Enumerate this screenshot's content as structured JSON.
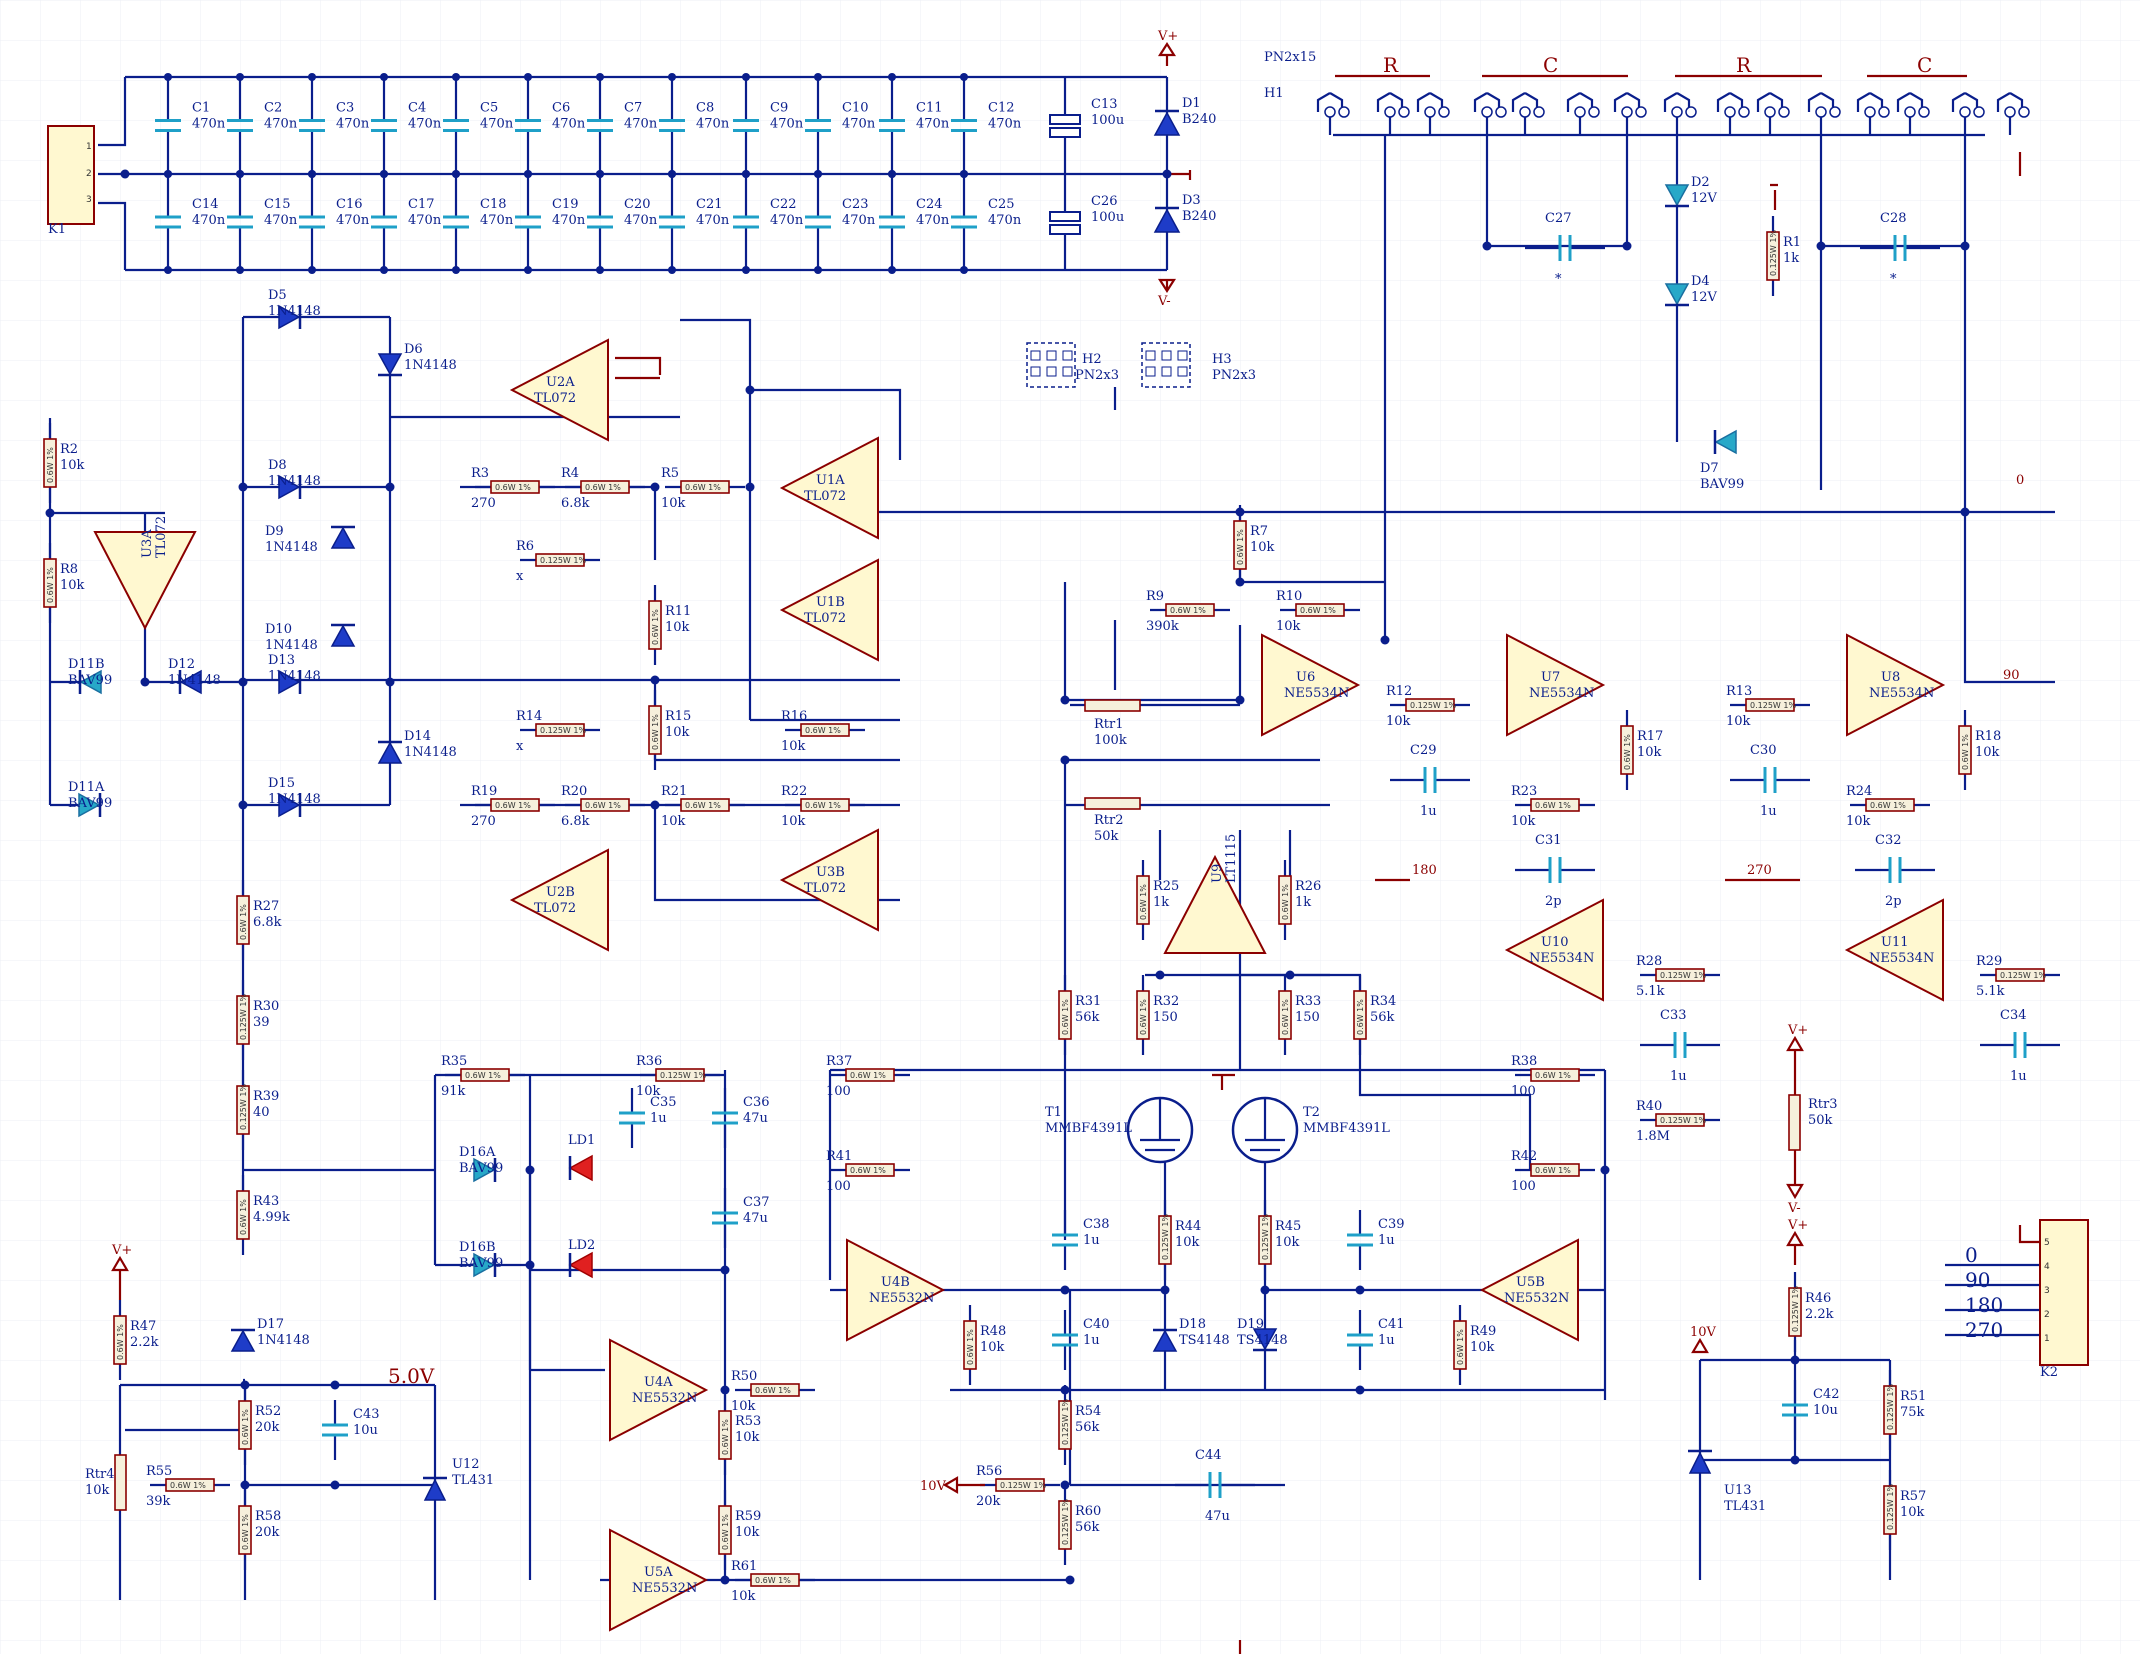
{
  "power_rails": {
    "vplus": "V+",
    "vminus": "V-",
    "ten_v": "10V",
    "five_v": "5.0V"
  },
  "connector_k1": {
    "ref": "K1",
    "pins": [
      "1",
      "2",
      "3"
    ]
  },
  "connector_k2": {
    "ref": "K2",
    "pins": [
      "5",
      "4",
      "3",
      "2",
      "1"
    ],
    "nets": [
      "0",
      "90",
      "180",
      "270"
    ]
  },
  "header_h1": {
    "ref": "H1",
    "type": "PN2x15",
    "groups": [
      "R",
      "C",
      "R",
      "C"
    ]
  },
  "header_h2": {
    "ref": "H2",
    "type": "PN2x3"
  },
  "header_h3": {
    "ref": "H3",
    "type": "PN2x3"
  },
  "decoupling_top": [
    {
      "ref": "C1",
      "val": "470n"
    },
    {
      "ref": "C2",
      "val": "470n"
    },
    {
      "ref": "C3",
      "val": "470n"
    },
    {
      "ref": "C4",
      "val": "470n"
    },
    {
      "ref": "C5",
      "val": "470n"
    },
    {
      "ref": "C6",
      "val": "470n"
    },
    {
      "ref": "C7",
      "val": "470n"
    },
    {
      "ref": "C8",
      "val": "470n"
    },
    {
      "ref": "C9",
      "val": "470n"
    },
    {
      "ref": "C10",
      "val": "470n"
    },
    {
      "ref": "C11",
      "val": "470n"
    },
    {
      "ref": "C12",
      "val": "470n"
    }
  ],
  "decoupling_bottom": [
    {
      "ref": "C14",
      "val": "470n"
    },
    {
      "ref": "C15",
      "val": "470n"
    },
    {
      "ref": "C16",
      "val": "470n"
    },
    {
      "ref": "C17",
      "val": "470n"
    },
    {
      "ref": "C18",
      "val": "470n"
    },
    {
      "ref": "C19",
      "val": "470n"
    },
    {
      "ref": "C20",
      "val": "470n"
    },
    {
      "ref": "C21",
      "val": "470n"
    },
    {
      "ref": "C22",
      "val": "470n"
    },
    {
      "ref": "C23",
      "val": "470n"
    },
    {
      "ref": "C24",
      "val": "470n"
    },
    {
      "ref": "C25",
      "val": "470n"
    }
  ],
  "bulk_caps": [
    {
      "ref": "C13",
      "val": "100u"
    },
    {
      "ref": "C26",
      "val": "100u"
    }
  ],
  "rail_diodes": [
    {
      "ref": "D1",
      "val": "B240"
    },
    {
      "ref": "D3",
      "val": "B240"
    }
  ],
  "opamps": [
    {
      "ref": "U2A",
      "part": "TL072"
    },
    {
      "ref": "U1A",
      "part": "TL072"
    },
    {
      "ref": "U3A",
      "part": "TL072"
    },
    {
      "ref": "U1B",
      "part": "TL072"
    },
    {
      "ref": "U2B",
      "part": "TL072"
    },
    {
      "ref": "U3B",
      "part": "TL072"
    },
    {
      "ref": "U6",
      "part": "NE5534N"
    },
    {
      "ref": "U7",
      "part": "NE5534N"
    },
    {
      "ref": "U8",
      "part": "NE5534N"
    },
    {
      "ref": "U10",
      "part": "NE5534N"
    },
    {
      "ref": "U11",
      "part": "NE5534N"
    },
    {
      "ref": "U9",
      "part": "LT1115"
    },
    {
      "ref": "U4A",
      "part": "NE5532N"
    },
    {
      "ref": "U4B",
      "part": "NE5532N"
    },
    {
      "ref": "U5A",
      "part": "NE5532N"
    },
    {
      "ref": "U5B",
      "part": "NE5532N"
    }
  ],
  "resistors": [
    {
      "ref": "R1",
      "val": "1k",
      "rt": "0.125W 1%"
    },
    {
      "ref": "R2",
      "val": "10k",
      "rt": "0.6W 1%"
    },
    {
      "ref": "R3",
      "val": "270",
      "rt": "0.6W 1%"
    },
    {
      "ref": "R4",
      "val": "6.8k",
      "rt": "0.6W 1%"
    },
    {
      "ref": "R5",
      "val": "10k",
      "rt": "0.6W 1%"
    },
    {
      "ref": "R6",
      "val": "x",
      "rt": "0.125W 1%"
    },
    {
      "ref": "R7",
      "val": "10k",
      "rt": "0.6W 1%"
    },
    {
      "ref": "R8",
      "val": "10k",
      "rt": "0.6W 1%"
    },
    {
      "ref": "R9",
      "val": "390k",
      "rt": "0.6W 1%"
    },
    {
      "ref": "R10",
      "val": "10k",
      "rt": "0.6W 1%"
    },
    {
      "ref": "R11",
      "val": "10k",
      "rt": "0.6W 1%"
    },
    {
      "ref": "R12",
      "val": "10k",
      "rt": "0.125W 1%"
    },
    {
      "ref": "R13",
      "val": "10k",
      "rt": "0.125W 1%"
    },
    {
      "ref": "R14",
      "val": "x",
      "rt": "0.125W 1%"
    },
    {
      "ref": "R15",
      "val": "10k",
      "rt": "0.6W 1%"
    },
    {
      "ref": "R16",
      "val": "10k",
      "rt": "0.6W 1%"
    },
    {
      "ref": "R17",
      "val": "10k",
      "rt": "0.6W 1%"
    },
    {
      "ref": "R18",
      "val": "10k",
      "rt": "0.6W 1%"
    },
    {
      "ref": "R19",
      "val": "270",
      "rt": "0.6W 1%"
    },
    {
      "ref": "R20",
      "val": "6.8k",
      "rt": "0.6W 1%"
    },
    {
      "ref": "R21",
      "val": "10k",
      "rt": "0.6W 1%"
    },
    {
      "ref": "R22",
      "val": "10k",
      "rt": "0.6W 1%"
    },
    {
      "ref": "R23",
      "val": "10k",
      "rt": "0.6W 1%"
    },
    {
      "ref": "R24",
      "val": "10k",
      "rt": "0.6W 1%"
    },
    {
      "ref": "R25",
      "val": "1k",
      "rt": "0.6W 1%"
    },
    {
      "ref": "R26",
      "val": "1k",
      "rt": "0.6W 1%"
    },
    {
      "ref": "R27",
      "val": "6.8k",
      "rt": "0.6W 1%"
    },
    {
      "ref": "R28",
      "val": "5.1k",
      "rt": "0.125W 1%"
    },
    {
      "ref": "R29",
      "val": "5.1k",
      "rt": "0.125W 1%"
    },
    {
      "ref": "R30",
      "val": "39",
      "rt": "0.125W 1%"
    },
    {
      "ref": "R31",
      "val": "56k",
      "rt": "0.6W 1%"
    },
    {
      "ref": "R32",
      "val": "150",
      "rt": "0.6W 1%"
    },
    {
      "ref": "R33",
      "val": "150",
      "rt": "0.6W 1%"
    },
    {
      "ref": "R34",
      "val": "56k",
      "rt": "0.6W 1%"
    },
    {
      "ref": "R35",
      "val": "91k",
      "rt": "0.6W 1%"
    },
    {
      "ref": "R36",
      "val": "10k",
      "rt": "0.125W 1%"
    },
    {
      "ref": "R37",
      "val": "100",
      "rt": "0.6W 1%"
    },
    {
      "ref": "R38",
      "val": "100",
      "rt": "0.6W 1%"
    },
    {
      "ref": "R39",
      "val": "40",
      "rt": "0.125W 1%"
    },
    {
      "ref": "R40",
      "val": "1.8M",
      "rt": "0.125W 1%"
    },
    {
      "ref": "R41",
      "val": "100",
      "rt": "0.6W 1%"
    },
    {
      "ref": "R42",
      "val": "100",
      "rt": "0.6W 1%"
    },
    {
      "ref": "R43",
      "val": "4.99k",
      "rt": "0.6W 1%"
    },
    {
      "ref": "R44",
      "val": "10k",
      "rt": "0.125W 1%"
    },
    {
      "ref": "R45",
      "val": "10k",
      "rt": "0.125W 1%"
    },
    {
      "ref": "R46",
      "val": "2.2k",
      "rt": "0.125W 1%"
    },
    {
      "ref": "R47",
      "val": "2.2k",
      "rt": "0.6W 1%"
    },
    {
      "ref": "R48",
      "val": "10k",
      "rt": "0.6W 1%"
    },
    {
      "ref": "R49",
      "val": "10k",
      "rt": "0.6W 1%"
    },
    {
      "ref": "R50",
      "val": "10k",
      "rt": "0.6W 1%"
    },
    {
      "ref": "R51",
      "val": "75k",
      "rt": "0.125W 1%"
    },
    {
      "ref": "R52",
      "val": "20k",
      "rt": "0.6W 1%"
    },
    {
      "ref": "R53",
      "val": "10k",
      "rt": "0.6W 1%"
    },
    {
      "ref": "R54",
      "val": "56k",
      "rt": "0.125W 1%"
    },
    {
      "ref": "R55",
      "val": "39k",
      "rt": "0.6W 1%"
    },
    {
      "ref": "R56",
      "val": "20k",
      "rt": "0.125W 1%"
    },
    {
      "ref": "R57",
      "val": "10k",
      "rt": "0.125W 1%"
    },
    {
      "ref": "R58",
      "val": "20k",
      "rt": "0.6W 1%"
    },
    {
      "ref": "R59",
      "val": "10k",
      "rt": "0.6W 1%"
    },
    {
      "ref": "R60",
      "val": "56k",
      "rt": "0.125W 1%"
    },
    {
      "ref": "R61",
      "val": "10k",
      "rt": "0.6W 1%"
    }
  ],
  "trimmers": [
    {
      "ref": "Rtr1",
      "val": "100k"
    },
    {
      "ref": "Rtr2",
      "val": "50k"
    },
    {
      "ref": "Rtr3",
      "val": "50k"
    },
    {
      "ref": "Rtr4",
      "val": "10k"
    }
  ],
  "caps_small": [
    {
      "ref": "C27",
      "val": "*"
    },
    {
      "ref": "C28",
      "val": "*"
    },
    {
      "ref": "C29",
      "val": "1u"
    },
    {
      "ref": "C30",
      "val": "1u"
    },
    {
      "ref": "C31",
      "val": "2p"
    },
    {
      "ref": "C32",
      "val": "2p"
    },
    {
      "ref": "C33",
      "val": "1u"
    },
    {
      "ref": "C34",
      "val": "1u"
    },
    {
      "ref": "C35",
      "val": "1u"
    },
    {
      "ref": "C36",
      "val": "47u"
    },
    {
      "ref": "C37",
      "val": "47u"
    },
    {
      "ref": "C38",
      "val": "1u"
    },
    {
      "ref": "C39",
      "val": "1u"
    },
    {
      "ref": "C40",
      "val": "1u"
    },
    {
      "ref": "C41",
      "val": "1u"
    },
    {
      "ref": "C42",
      "val": "10u"
    },
    {
      "ref": "C43",
      "val": "10u"
    },
    {
      "ref": "C44",
      "val": "47u"
    }
  ],
  "diodes": [
    {
      "ref": "D2",
      "val": "12V"
    },
    {
      "ref": "D4",
      "val": "12V"
    },
    {
      "ref": "D5",
      "val": "1N4148"
    },
    {
      "ref": "D6",
      "val": "1N4148"
    },
    {
      "ref": "D7",
      "val": "BAV99"
    },
    {
      "ref": "D8",
      "val": "1N4148"
    },
    {
      "ref": "D9",
      "val": "1N4148"
    },
    {
      "ref": "D10",
      "val": "1N4148"
    },
    {
      "ref": "D11A",
      "val": "BAV99"
    },
    {
      "ref": "D11B",
      "val": "BAV99"
    },
    {
      "ref": "D12",
      "val": "1N4148"
    },
    {
      "ref": "D13",
      "val": "1N4148"
    },
    {
      "ref": "D14",
      "val": "1N4148"
    },
    {
      "ref": "D15",
      "val": "1N4148"
    },
    {
      "ref": "D16A",
      "val": "BAV99"
    },
    {
      "ref": "D16B",
      "val": "BAV99"
    },
    {
      "ref": "D17",
      "val": "1N4148"
    },
    {
      "ref": "D18",
      "val": "TS4148"
    },
    {
      "ref": "D19",
      "val": "TS4148"
    }
  ],
  "leds": [
    {
      "ref": "LD1"
    },
    {
      "ref": "LD2"
    }
  ],
  "transistors": [
    {
      "ref": "T1",
      "val": "MMBF4391L"
    },
    {
      "ref": "T2",
      "val": "MMBF4391L"
    }
  ],
  "references": [
    {
      "ref": "U12",
      "val": "TL431"
    },
    {
      "ref": "U13",
      "val": "TL431"
    }
  ],
  "net_labels": {
    "n0": "0",
    "n90": "90",
    "n180": "180",
    "n270": "270"
  },
  "colors": {
    "wire": "#0a1e8c",
    "power": "#8b0000",
    "part_fill": "#fff8d0",
    "capacitor": "#1fa0c8",
    "led": "#e02020"
  }
}
